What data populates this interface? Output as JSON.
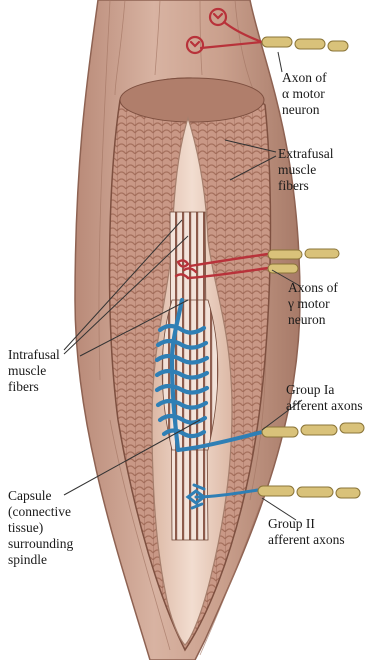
{
  "labels": {
    "alpha_axon": [
      "Axon of",
      "α motor",
      "neuron"
    ],
    "extrafusal": [
      "Extrafusal",
      "muscle",
      "fibers"
    ],
    "gamma_axons": [
      "Axons of",
      "γ motor",
      "neuron"
    ],
    "intrafusal": [
      "Intrafusal",
      "muscle",
      "fibers"
    ],
    "group_ia": [
      "Group Ia",
      "afferent axons"
    ],
    "capsule": [
      "Capsule",
      "(connective",
      "tissue)",
      "surrounding",
      "spindle"
    ],
    "group_ii": [
      "Group II",
      "afferent axons"
    ]
  },
  "colors": {
    "muscle": "#c9a08e",
    "muscle_dark": "#9c6e5c",
    "capsule": "#e7cbbb",
    "motor_axon": "#b8323a",
    "sensory_axon": "#2f7fb5",
    "myelin": "#d9c27a"
  }
}
